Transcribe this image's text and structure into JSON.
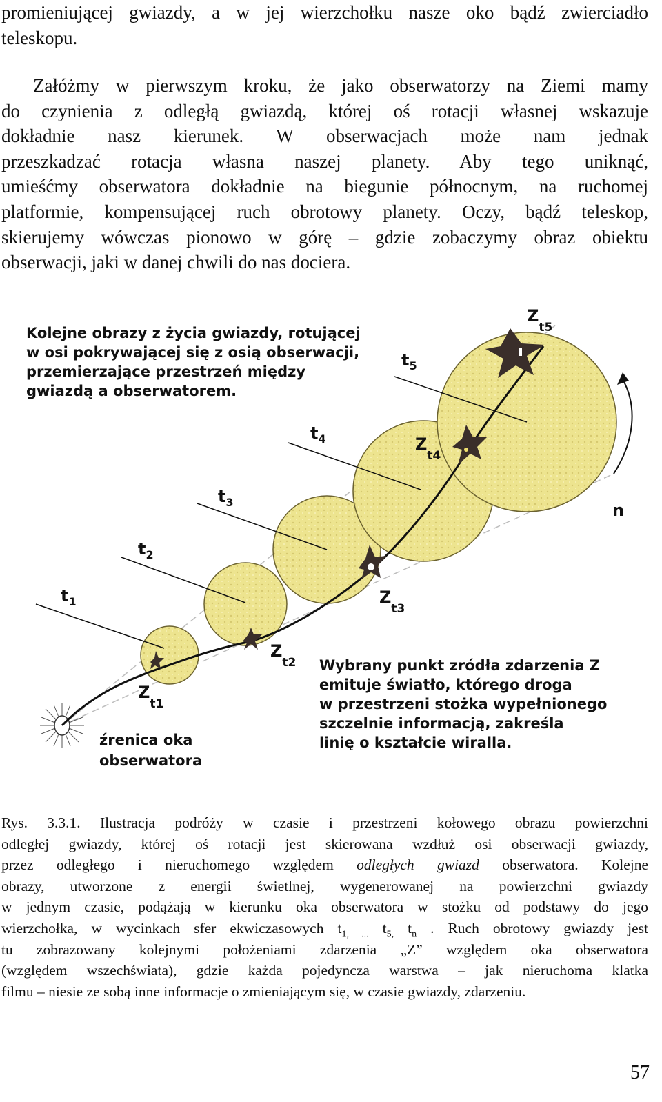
{
  "body": {
    "para1_lines": [
      "promieniującej gwiazdy, a w jej wierzchołku nasze oko bądź zwierciadło",
      "teleskopu."
    ],
    "para2_lines": [
      "Załóżmy w pierwszym kroku, że jako obserwatorzy na Ziemi mamy",
      "do czynienia z odległą gwiazdą, której oś rotacji własnej wskazuje",
      "dokładnie nasz kierunek. W obserwacjach może nam jednak",
      "przeszkadzać rotacja własna naszej planety. Aby tego uniknąć,",
      "umieśćmy obserwatora dokładnie na biegunie północnym, na ruchomej",
      "platformie, kompensującej ruch obrotowy planety. Oczy, bądź teleskop,",
      "skierujemy wówczas pionowo w górę – gdzie zobaczymy obraz obiektu",
      "obserwacji, jaki w danej chwili do nas dociera."
    ]
  },
  "figure": {
    "legend_top_lines": [
      "Kolejne obrazy z życia gwiazdy, rotującej",
      "w osi pokrywającej się z osią obserwacji,",
      "przemierzające przestrzeń między",
      "gwiazdą a obserwatorem."
    ],
    "legend_bottom_lines": [
      "Wybrany punkt zródła zdarzenia Z",
      "emituje światło, którego droga",
      "w przestrzeni stożka wypełnionego",
      "szczelnie informacją, zakreśla",
      "linię o kształcie wiralla."
    ],
    "eye_label_lines": [
      "źrenica oka",
      "obserwatora"
    ],
    "t_labels": [
      {
        "base": "t",
        "sub": "1"
      },
      {
        "base": "t",
        "sub": "2"
      },
      {
        "base": "t",
        "sub": "3"
      },
      {
        "base": "t",
        "sub": "4"
      },
      {
        "base": "t",
        "sub": "5"
      }
    ],
    "z_labels": [
      {
        "base": "Z",
        "sub": "t1"
      },
      {
        "base": "Z",
        "sub": "t2"
      },
      {
        "base": "Z",
        "sub": "t3"
      },
      {
        "base": "Z",
        "sub": "t4"
      },
      {
        "base": "Z",
        "sub": "t5"
      }
    ],
    "rotation_label": "n",
    "colors": {
      "disc_fill": "#ede48f",
      "disc_stroke": "#6b6230",
      "star_fill": "#3a2e2a",
      "cone_line": "#bdbdbd"
    }
  },
  "caption": {
    "line1": "Rys. 3.3.1. Ilustracja podróży w czasie i przestrzeni kołowego obrazu powierzchni",
    "line2": "odległej gwiazdy, której oś rotacji jest skierowana wzdłuż osi obserwacji gwiazdy,",
    "line3_a": "przez odległego  i nieruchomego względem ",
    "line3_italic": "odległych gwiazd",
    "line3_b": " obserwatora. Kolejne",
    "line4": "obrazy, utworzone z energii świetlnej, wygenerowanej na powierzchni gwiazdy",
    "line5": "w jednym czasie, podążają w kierunku oka obserwatora w stożku od podstawy do jego",
    "line6_a": "wierzchołka, w wycinkach sfer ekwiczasowych t",
    "line6_sub1": "1, ...",
    "line6_b": " t",
    "line6_sub2": "5,",
    "line6_c": " t",
    "line6_sub3": "n",
    "line6_d": " . Ruch obrotowy gwiazdy jest",
    "line7": "tu zobrazowany kolejnymi położeniami zdarzenia „Z” względem oka obserwatora",
    "line8": "(względem wszechświata), gdzie każda pojedyncza warstwa – jak nieruchoma klatka",
    "line9": "filmu – niesie ze sobą inne informacje o zmieniającym się, w czasie gwiazdy, zdarzeniu."
  },
  "page_number": "57"
}
